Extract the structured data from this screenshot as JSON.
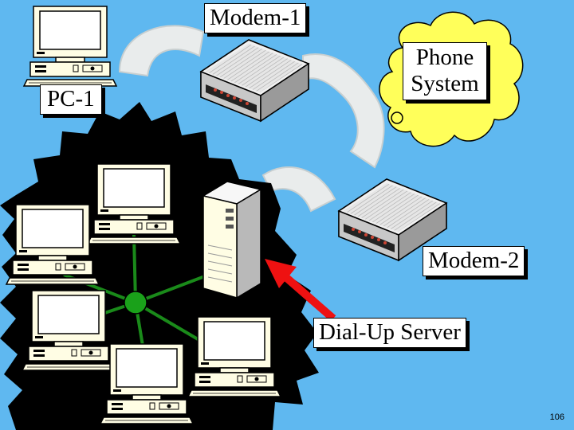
{
  "labels": {
    "modem1": "Modem-1",
    "pc1": "PC-1",
    "phone_system": "Phone System",
    "modem2": "Modem-2",
    "dial_up_server": "Dial-Up Server"
  },
  "page_number": "106",
  "colors": {
    "background": "#5fb8f0",
    "cloud": "#ffff5a",
    "network_hub": "#1aa11a",
    "network_link": "#1a8a1a",
    "arrow": "#ee1111",
    "lan_zone": "#000000",
    "computer": "#fffde4"
  },
  "icons": [
    "computer-icon",
    "modem-icon",
    "server-tower-icon",
    "network-hub-icon",
    "phone-cloud-icon"
  ]
}
